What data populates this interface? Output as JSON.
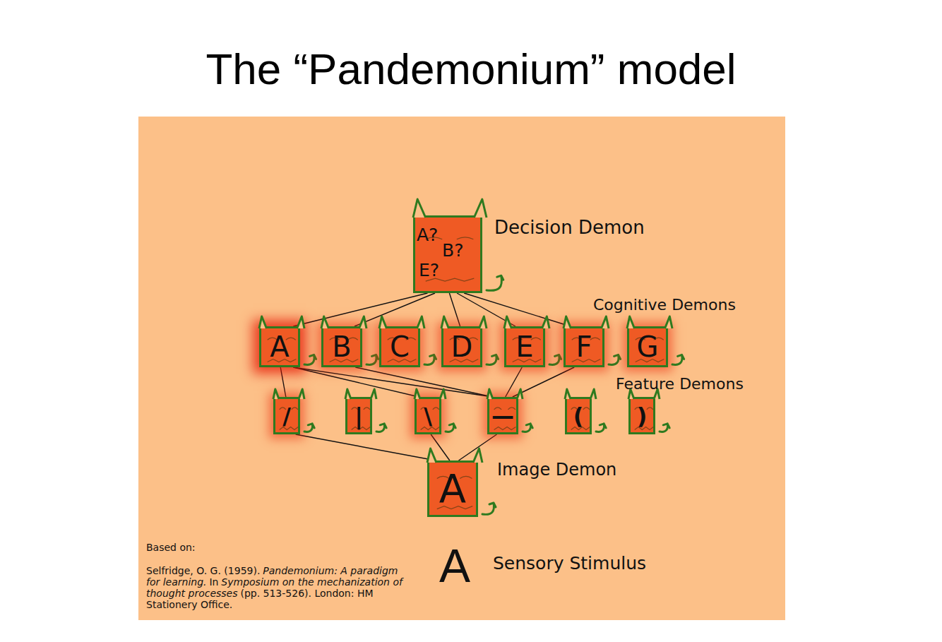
{
  "diagram": {
    "title": "The “Pandemonium” model",
    "nodes": [
      {
        "text": [
          "A?",
          "B?",
          "E?"
        ]
      },
      {
        "text": [
          "A"
        ]
      },
      {
        "text": [
          "B"
        ]
      },
      {
        "text": [
          "C"
        ]
      },
      {
        "text": [
          "D"
        ]
      },
      {
        "text": [
          "E"
        ]
      },
      {
        "text": [
          "F"
        ]
      },
      {
        "text": [
          "G"
        ]
      },
      {
        "text": [
          "/"
        ]
      },
      {
        "text": [
          "|"
        ]
      },
      {
        "text": [
          "\\"
        ]
      },
      {
        "text": [
          "—"
        ]
      },
      {
        "text": [
          "("
        ]
      },
      {
        "text": [
          ")"
        ]
      },
      {
        "text": [
          "A"
        ]
      }
    ],
    "edges": [
      {
        "from": 0,
        "to": 1,
        "arrow": "none"
      },
      {
        "from": 0,
        "to": 2,
        "arrow": "none"
      },
      {
        "from": 0,
        "to": 4,
        "arrow": "none"
      },
      {
        "from": 0,
        "to": 5,
        "arrow": "none"
      },
      {
        "from": 0,
        "to": 6,
        "arrow": "none"
      },
      {
        "from": 1,
        "to": 8,
        "arrow": "none"
      },
      {
        "from": 1,
        "to": 10,
        "arrow": "none"
      },
      {
        "from": 1,
        "to": 11,
        "arrow": "none"
      },
      {
        "from": 2,
        "to": 11,
        "arrow": "none"
      },
      {
        "from": 5,
        "to": 11,
        "arrow": "none"
      },
      {
        "from": 6,
        "to": 11,
        "arrow": "none"
      },
      {
        "from": 14,
        "to": 8,
        "arrow": "none"
      },
      {
        "from": 14,
        "to": 10,
        "arrow": "none"
      },
      {
        "from": 14,
        "to": 11,
        "arrow": "none"
      }
    ],
    "labels": [
      "Decision Demon",
      "Cognitive Demons",
      "Feature Demons",
      "Image Demon",
      "A",
      "Sensory Stimulus",
      "Based on:",
      "Selfridge, O. G. (1959).",
      "Pandemonium: A paradigm for learning.",
      "In",
      "Symposium on the mechanization of thought processes",
      "(pp. 513-526). London: HM Stationery Office."
    ]
  }
}
